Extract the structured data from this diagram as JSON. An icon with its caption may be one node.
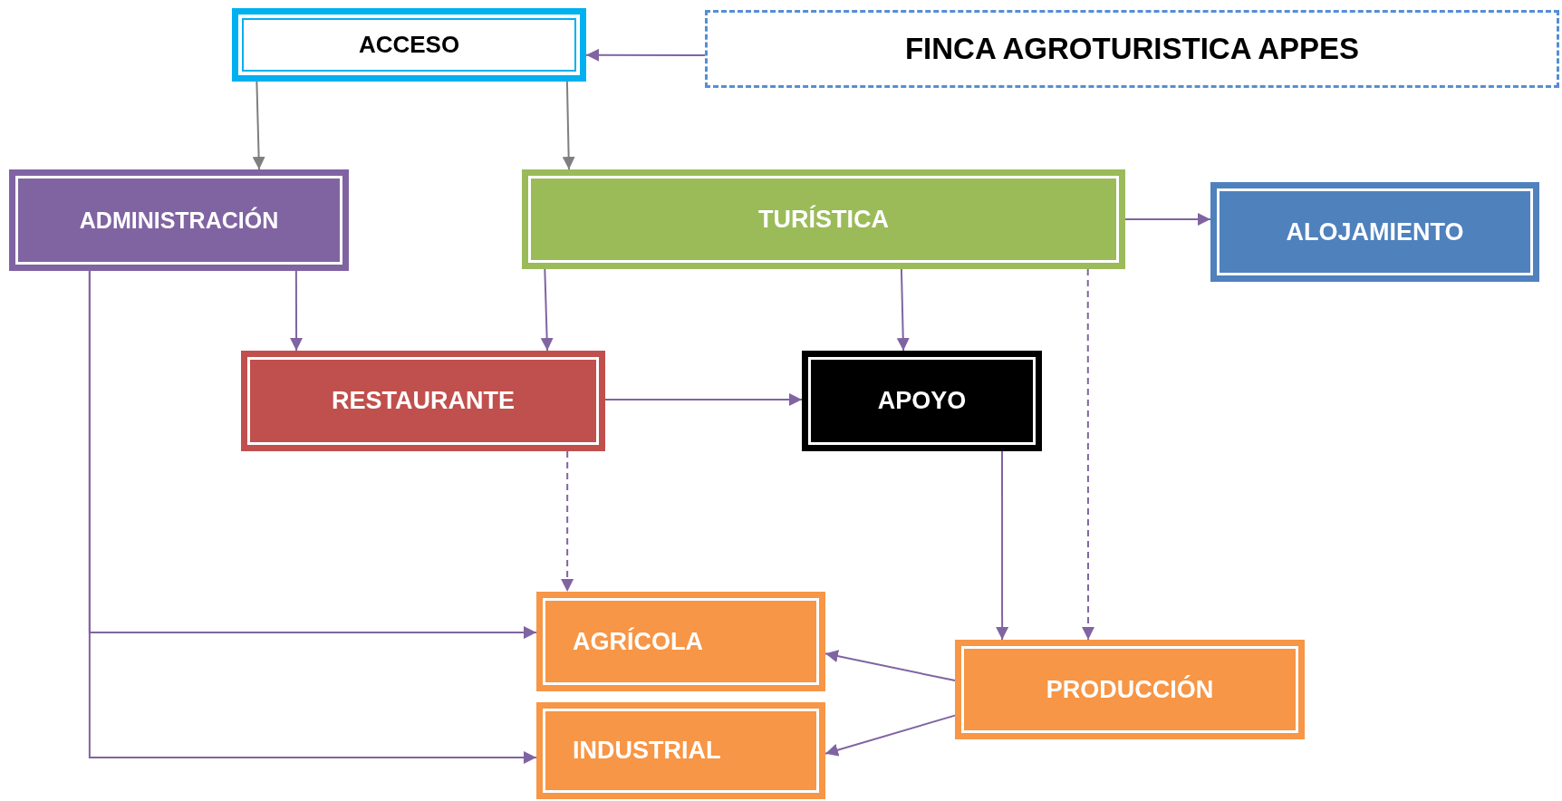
{
  "diagram": {
    "nodes": [
      {
        "text": [
          "ACCESO"
        ]
      },
      {
        "text": [
          "FINCA AGROTURISTICA APPES"
        ]
      },
      {
        "text": [
          "ADMINISTRACIÓN"
        ]
      },
      {
        "text": [
          "TURÍSTICA"
        ]
      },
      {
        "text": [
          "ALOJAMIENTO"
        ]
      },
      {
        "text": [
          "RESTAURANTE"
        ]
      },
      {
        "text": [
          "APOYO"
        ]
      },
      {
        "text": [
          "AGRÍCOLA"
        ]
      },
      {
        "text": [
          "INDUSTRIAL"
        ]
      },
      {
        "text": [
          "PRODUCCIÓN"
        ]
      }
    ],
    "edges": [
      {
        "from": 1,
        "to": 0,
        "arrow": "to"
      },
      {
        "from": 0,
        "to": 2,
        "arrow": "to",
        "color": "#7f7f7f"
      },
      {
        "from": 0,
        "to": 3,
        "arrow": "to",
        "color": "#7f7f7f"
      },
      {
        "from": 3,
        "to": 4,
        "arrow": "to"
      },
      {
        "from": 2,
        "to": 5,
        "arrow": "to"
      },
      {
        "from": 3,
        "to": 5,
        "arrow": "to"
      },
      {
        "from": 3,
        "to": 6,
        "arrow": "to"
      },
      {
        "from": 3,
        "to": 9,
        "arrow": "to",
        "style": "dashed"
      },
      {
        "from": 5,
        "to": 6,
        "arrow": "to"
      },
      {
        "from": 5,
        "to": 7,
        "arrow": "to",
        "style": "dashed"
      },
      {
        "from": 6,
        "to": 9,
        "arrow": "to"
      },
      {
        "from": 2,
        "to": 7,
        "arrow": "to"
      },
      {
        "from": 2,
        "to": 8,
        "arrow": "to"
      },
      {
        "from": 9,
        "to": 7,
        "arrow": "to"
      },
      {
        "from": 9,
        "to": 8,
        "arrow": "to"
      }
    ]
  }
}
